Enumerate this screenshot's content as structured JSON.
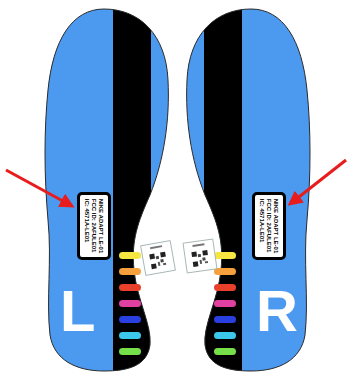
{
  "diagram": {
    "nodes": [
      {
        "text": [
          "NIKE ADAPT LE-01",
          "FCC ID: 2AFULE01",
          "IC: 4571A-LE01"
        ]
      },
      {
        "text": [
          "NIKE ADAPT LE-01",
          "FCC ID: 2AFULE01",
          "IC: 4571A-LE01"
        ]
      }
    ],
    "labels": [
      "L",
      "R"
    ]
  }
}
